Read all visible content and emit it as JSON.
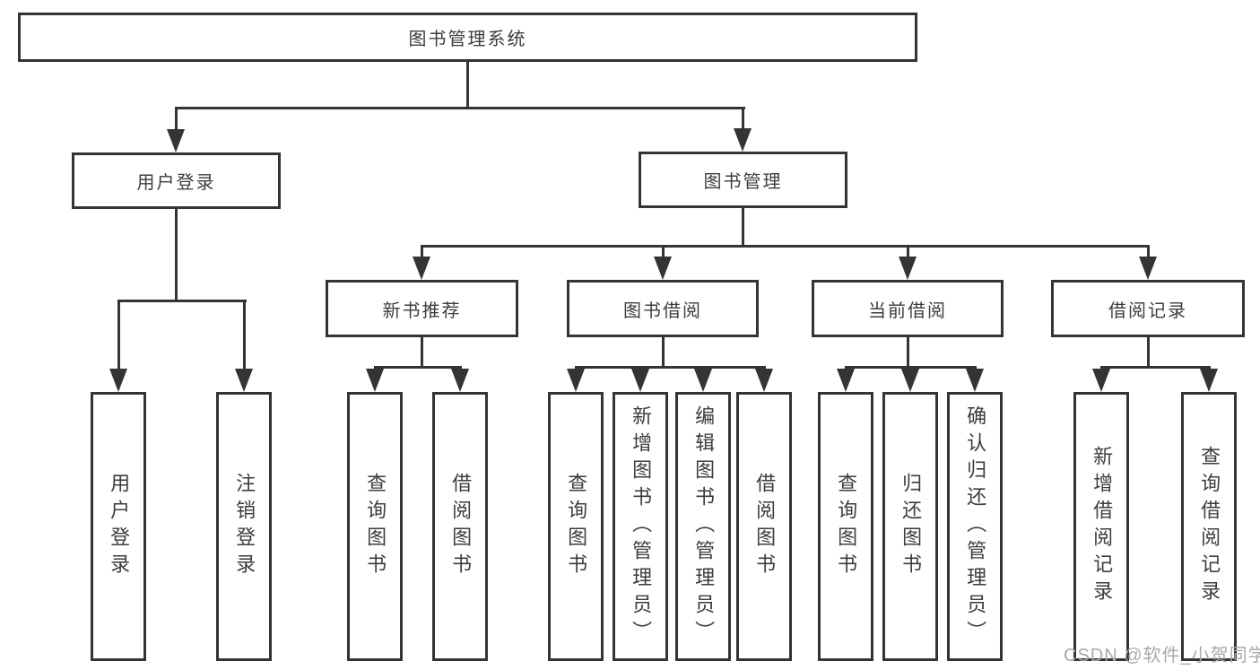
{
  "title": "图书管理系统",
  "nodes": {
    "root": "图书管理系统",
    "user_login": "用户登录",
    "book_mgmt": "图书管理",
    "new_book_rec": "新书推荐",
    "book_borrow": "图书借阅",
    "current_borrow": "当前借阅",
    "borrow_records": "借阅记录",
    "leaf_user_login": "用户登录",
    "leaf_logout": "注销登录",
    "leaf_rec_query_book": "查询图书",
    "leaf_rec_borrow_book": "借阅图书",
    "leaf_bb_query_book": "查询图书",
    "leaf_bb_add_book": "新增图书（管理员）",
    "leaf_bb_edit_book": "编辑图书（管理员）",
    "leaf_bb_borrow_book": "借阅图书",
    "leaf_cb_query_book": "查询图书",
    "leaf_cb_return_book": "归还图书",
    "leaf_cb_confirm_return": "确认归还（管理员）",
    "leaf_br_add_record": "新增借阅记录",
    "leaf_br_query_record": "查询借阅记录"
  },
  "tree": {
    "label": "图书管理系统",
    "children": [
      {
        "label": "用户登录",
        "children": [
          {
            "label": "用户登录"
          },
          {
            "label": "注销登录"
          }
        ]
      },
      {
        "label": "图书管理",
        "children": [
          {
            "label": "新书推荐",
            "children": [
              {
                "label": "查询图书"
              },
              {
                "label": "借阅图书"
              }
            ]
          },
          {
            "label": "图书借阅",
            "children": [
              {
                "label": "查询图书"
              },
              {
                "label": "新增图书（管理员）"
              },
              {
                "label": "编辑图书（管理员）"
              },
              {
                "label": "借阅图书"
              }
            ]
          },
          {
            "label": "当前借阅",
            "children": [
              {
                "label": "查询图书"
              },
              {
                "label": "归还图书"
              },
              {
                "label": "确认归还（管理员）"
              }
            ]
          },
          {
            "label": "借阅记录",
            "children": [
              {
                "label": "新增借阅记录"
              },
              {
                "label": "查询借阅记录"
              }
            ]
          }
        ]
      }
    ]
  },
  "watermark": "CSDN @软件_小贺同学",
  "colors": {
    "line": "#343434",
    "text": "#3d3d3d",
    "background": "#ffffff",
    "watermark": "#a9a9a9"
  }
}
